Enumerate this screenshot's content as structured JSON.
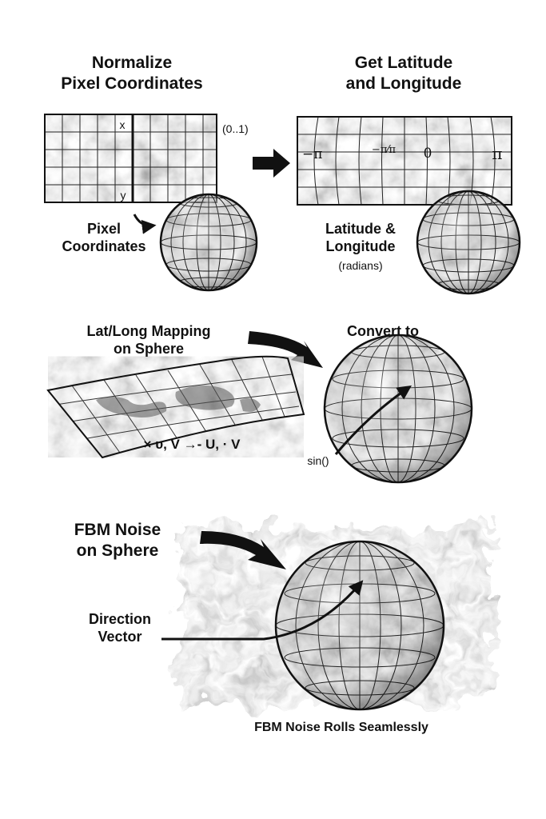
{
  "panel1": {
    "title": "Normalize\nPixel Coordinates",
    "grid_x_label": "x",
    "grid_y_label": "y",
    "range_label": "(0..1)",
    "pixel_label": "Pixel\nCoordinates"
  },
  "panel2": {
    "title": "Get Latitude\nand Longitude",
    "tick_neg_pi": "−π",
    "tick_neg_half": "−π⁄π",
    "tick_zero": "0",
    "tick_pi": "π",
    "latlong_label": "Latitude &\nLongitude",
    "radians_label": "(radians)"
  },
  "panel3": {
    "title": "Lat/Long Mapping\non Sphere",
    "convert_label": "Convert to",
    "uv_label": "× υ, V →- U, · V",
    "sin_label": "sin()"
  },
  "panel4": {
    "title": "FBM Noise\non Sphere",
    "direction_label": "Direction\nVector",
    "caption": "FBM Noise Rolls Seamlessly"
  }
}
